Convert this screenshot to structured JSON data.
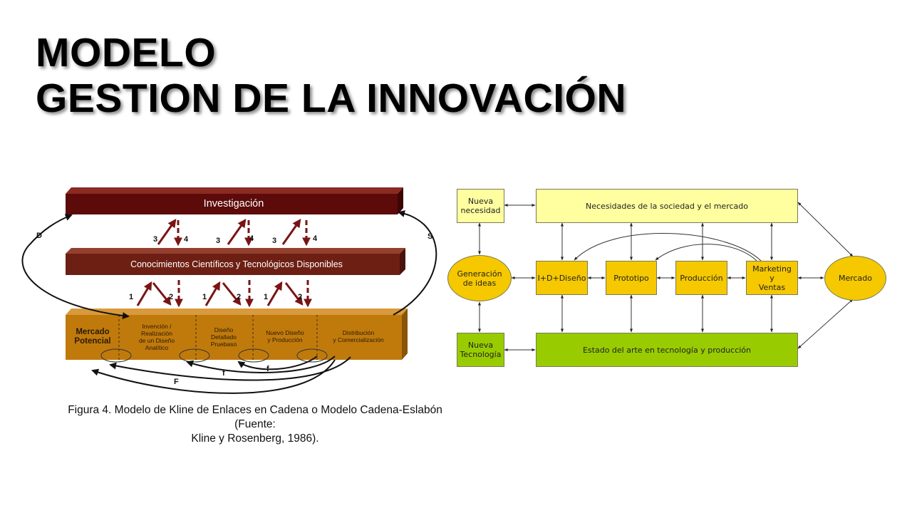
{
  "slide": {
    "title_line1": "MODELO",
    "title_line2": "GESTION DE LA INNOVACIÓN"
  },
  "kline": {
    "research": "Investigación",
    "knowledge": "Conocimientos Científicos y Tecnológicos Disponibles",
    "market": [
      "Mercado",
      "Potencial"
    ],
    "stages": [
      [
        "Invención /",
        "Realización",
        "de un Diseño",
        "Analítico"
      ],
      [
        "Diseño",
        "Detallado",
        "Pruebaso"
      ],
      [
        "Nuevo Diseño",
        "y Producción"
      ],
      [
        "Distribución",
        "y Comercialización"
      ]
    ],
    "links": {
      "d": "D",
      "s": "S",
      "f_small": "f",
      "f_large": "F",
      "up_upper": "3",
      "down_upper": "4",
      "up_lower": "1",
      "down_lower": "2"
    },
    "caption_line1": "Figura 4. Modelo de Kline de Enlaces en Cadena o Modelo Cadena-Eslabón (Fuente:",
    "caption_line2": "Kline y Rosenberg, 1986)."
  },
  "flow": {
    "nueva_necesidad": [
      "Nueva",
      "necesidad"
    ],
    "necesidades": "Necesidades de la sociedad y el mercado",
    "generacion": [
      "Generación",
      "de ideas"
    ],
    "idd": "I+D+Diseño",
    "prototipo": "Prototipo",
    "produccion": "Producción",
    "marketing": [
      "Marketing",
      "y",
      "Ventas"
    ],
    "mercado": "Mercado",
    "nueva_tecnologia": [
      "Nueva",
      "Tecnología"
    ],
    "estado": "Estado del arte en tecnología y producción"
  },
  "colors": {
    "research_bar": "#5c0a0a",
    "knowledge_bar": "#6e1f14",
    "market_bar": "#c07a0c",
    "arrow_red": "#7a1414",
    "pale_yellow": "#ffffa0",
    "gold": "#f5c800",
    "green": "#99cc00"
  }
}
